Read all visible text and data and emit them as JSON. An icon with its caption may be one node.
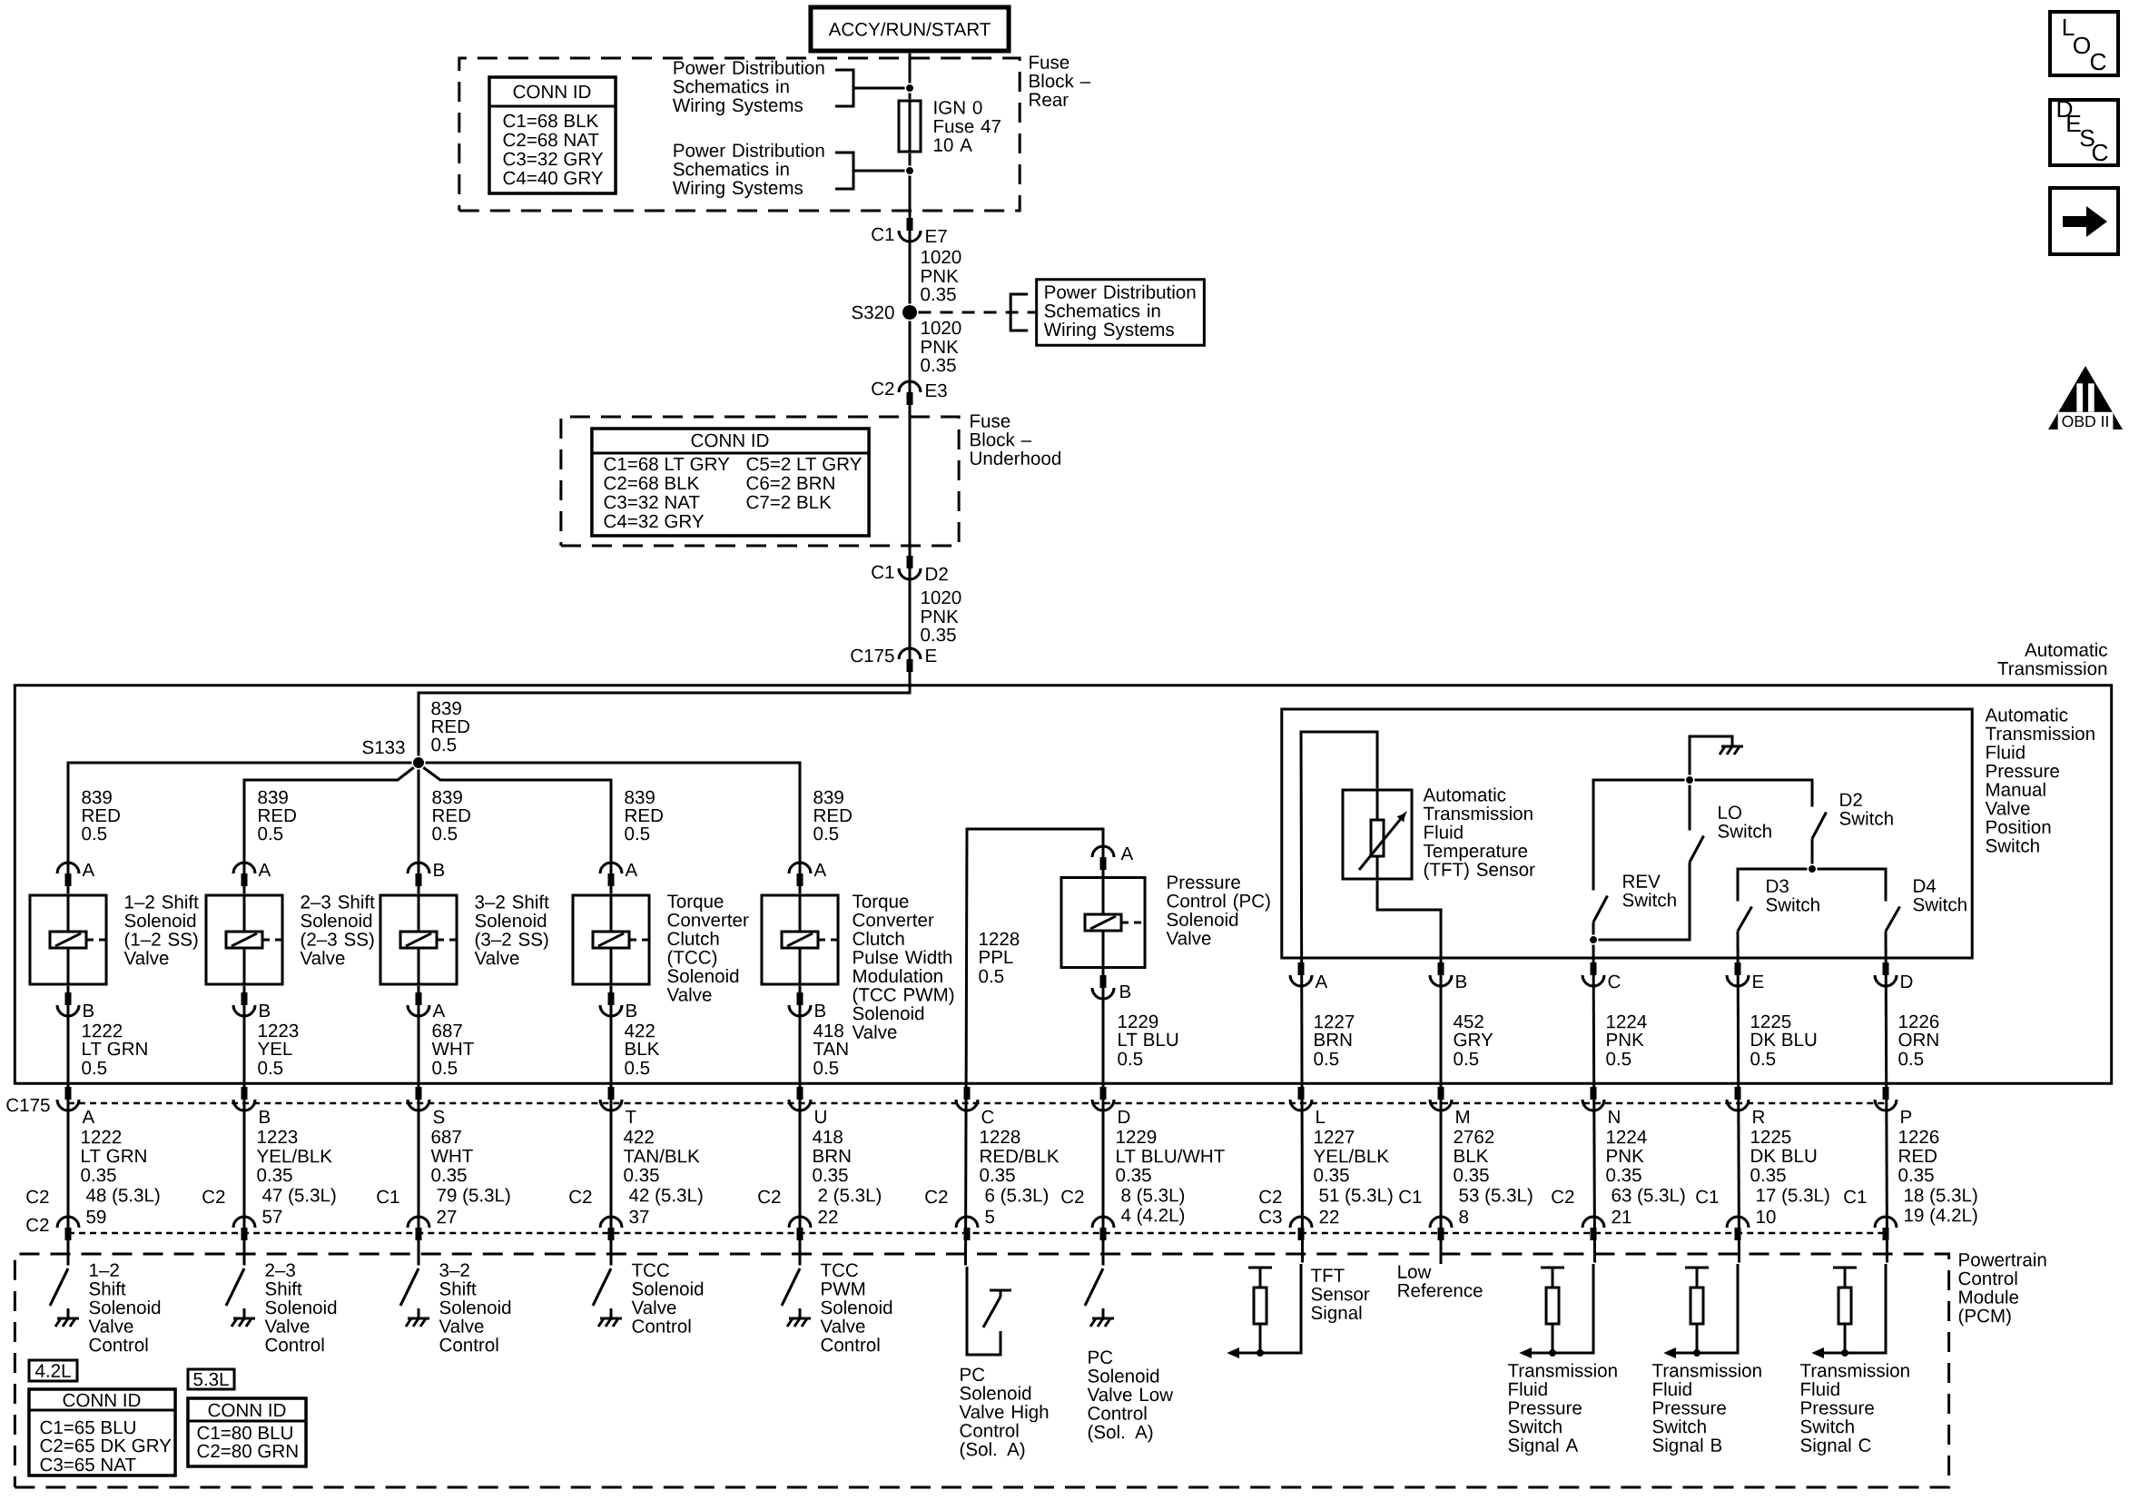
{
  "diagram": {
    "nodes": [
      {
        "text": [
          "ACCY/RUN/START"
        ]
      },
      {
        "text": [
          "Fuse Block – Rear"
        ]
      },
      {
        "text": [
          "CONN ID",
          "C1=68 BLK",
          "C2=68 NAT",
          "C3=32 GRY",
          "C4=40 GRY"
        ],
        "in": 1
      },
      {
        "text": [
          "Power Distribution Schematics in Wiring Systems"
        ],
        "in": 1
      },
      {
        "text": [],
        "shape": "circle",
        "in": 1
      },
      {
        "text": [],
        "shape": "box",
        "beside": [
          "IGN 0 Fuse 47 10 A"
        ],
        "in": 1
      },
      {
        "text": [
          "Power Distribution Schematics in Wiring Systems"
        ],
        "in": 1
      },
      {
        "text": [],
        "shape": "circle",
        "in": 1
      },
      {
        "text": [
          "S320"
        ]
      },
      {
        "text": [
          "Power Distribution Schematics in Wiring Systems"
        ]
      },
      {
        "text": [
          "Fuse Block – Underhood"
        ]
      },
      {
        "text": [
          "CONN ID",
          "C1=68 LT GRY",
          "C5=2 LT GRY",
          "C2=68 BLK",
          "C6=2 BRN",
          "C3=32 NAT",
          "C7=2 BLK",
          "C4=32 GRY"
        ],
        "in": 10
      },
      {
        "text": [
          "Automatic Transmission"
        ]
      },
      {
        "text": [
          "S133"
        ],
        "in": 12
      },
      {
        "text": [
          "1–2 Shift Solenoid (1–2 SS) Valve"
        ],
        "in": 12
      },
      {
        "text": [
          "2–3 Shift Solenoid (2–3 SS) Valve"
        ],
        "in": 12
      },
      {
        "text": [
          "3–2 Shift Solenoid (3–2 SS) Valve"
        ],
        "in": 12
      },
      {
        "text": [
          "Torque Converter Clutch (TCC) Solenoid Valve"
        ],
        "in": 12
      },
      {
        "text": [
          "Torque Converter Clutch Pulse Width Modulation (TCC PWM) Solenoid Valve"
        ],
        "in": 12
      },
      {
        "text": [
          "Pressure Control (PC) Solenoid Valve"
        ],
        "in": 12
      },
      {
        "text": [
          "Automatic Transmission Fluid Pressure Manual Valve Position Switch"
        ],
        "in": 12
      },
      {
        "text": [
          "Automatic Transmission Fluid Temperature (TFT) Sensor"
        ],
        "in": 20
      },
      {
        "text": [],
        "shape": "circle",
        "in": 20
      },
      {
        "text": [
          "D2 Switch"
        ],
        "in": 20
      },
      {
        "text": [
          "LO Switch"
        ],
        "in": 20
      },
      {
        "text": [],
        "shape": "circle",
        "in": 20
      },
      {
        "text": [
          "REV Switch"
        ],
        "in": 20
      },
      {
        "text": [
          "D3 Switch"
        ],
        "in": 20
      },
      {
        "text": [
          "D4 Switch"
        ],
        "in": 20
      },
      {
        "text": [],
        "shape": "circle",
        "in": 20
      },
      {
        "text": [
          "Powertrain Control Module (PCM)"
        ]
      },
      {
        "text": [
          "1–2 Shift Solenoid Valve Control"
        ],
        "in": 30
      },
      {
        "text": [
          "2–3 Shift Solenoid Valve Control"
        ],
        "in": 30
      },
      {
        "text": [
          "3–2 Shift Solenoid Valve Control"
        ],
        "in": 30
      },
      {
        "text": [
          "TCC Solenoid Valve Control"
        ],
        "in": 30
      },
      {
        "text": [
          "TCC PWM Solenoid Valve Control"
        ],
        "in": 30
      },
      {
        "text": [
          "PC Solenoid Valve High Control (Sol. A)"
        ],
        "in": 30
      },
      {
        "text": [
          "PC Solenoid Valve Low Control (Sol. A)"
        ],
        "in": 30
      },
      {
        "text": [
          "TFT Sensor Signal"
        ],
        "in": 30
      },
      {
        "text": [
          "Low Reference"
        ],
        "in": 30
      },
      {
        "text": [
          "Transmission Fluid Pressure Switch Signal A"
        ],
        "in": 30
      },
      {
        "text": [
          "Transmission Fluid Pressure Switch Signal B"
        ],
        "in": 30
      },
      {
        "text": [
          "Transmission Fluid Pressure Switch Signal C"
        ],
        "in": 30
      },
      {
        "text": [
          "4.2L",
          "CONN ID",
          "C1=65 BLU",
          "C2=65 DK GRY",
          "C3=65 NAT"
        ],
        "in": 30
      },
      {
        "text": [
          "5.3L",
          "CONN ID",
          "C1=80 BLU",
          "C2=80 GRN"
        ],
        "in": 30
      }
    ],
    "edges": [
      {
        "from": 0,
        "to": 4,
        "arrow": "none"
      },
      {
        "from": 3,
        "to": 4,
        "arrow": "none"
      },
      {
        "from": 4,
        "to": 5,
        "arrow": "none"
      },
      {
        "from": 5,
        "to": 7,
        "arrow": "none"
      },
      {
        "from": 6,
        "to": 7,
        "arrow": "none"
      },
      {
        "from": 7,
        "to": 8,
        "arrow": "none"
      },
      {
        "from": 8,
        "to": 9,
        "arrow": "none",
        "style": "dashed"
      },
      {
        "from": 8,
        "to": 13,
        "arrow": "none"
      },
      {
        "from": 13,
        "to": 14,
        "arrow": "none"
      },
      {
        "from": 13,
        "to": 15,
        "arrow": "none"
      },
      {
        "from": 13,
        "to": 16,
        "arrow": "none"
      },
      {
        "from": 13,
        "to": 17,
        "arrow": "none"
      },
      {
        "from": 13,
        "to": 18,
        "arrow": "none"
      },
      {
        "from": 14,
        "to": 31,
        "arrow": "none"
      },
      {
        "from": 15,
        "to": 32,
        "arrow": "none"
      },
      {
        "from": 16,
        "to": 33,
        "arrow": "none"
      },
      {
        "from": 17,
        "to": 34,
        "arrow": "none"
      },
      {
        "from": 18,
        "to": 35,
        "arrow": "none"
      },
      {
        "from": 36,
        "to": 19,
        "arrow": "none"
      },
      {
        "from": 19,
        "to": 37,
        "arrow": "none"
      },
      {
        "from": 21,
        "to": 38,
        "arrow": "none"
      },
      {
        "from": 21,
        "to": 39,
        "arrow": "none"
      },
      {
        "from": 22,
        "to": 26,
        "arrow": "none"
      },
      {
        "from": 22,
        "to": 24,
        "arrow": "none"
      },
      {
        "from": 22,
        "to": 23,
        "arrow": "none"
      },
      {
        "from": 23,
        "to": 25,
        "arrow": "none"
      },
      {
        "from": 25,
        "to": 27,
        "arrow": "none"
      },
      {
        "from": 25,
        "to": 28,
        "arrow": "none"
      },
      {
        "from": 24,
        "to": 29,
        "arrow": "none"
      },
      {
        "from": 26,
        "to": 29,
        "arrow": "none"
      },
      {
        "from": 29,
        "to": 40,
        "arrow": "none"
      },
      {
        "from": 27,
        "to": 41,
        "arrow": "none"
      },
      {
        "from": 28,
        "to": 42,
        "arrow": "none"
      }
    ],
    "labels": [
      "L",
      "O",
      "C",
      "D",
      "E",
      "S",
      "C",
      "II",
      "OBD II",
      "C1",
      "E7",
      "1020",
      "PNK",
      "0.35",
      "1020",
      "PNK",
      "0.35",
      "C2",
      "E3",
      "C1",
      "D2",
      "1020",
      "PNK",
      "0.35",
      "C175",
      "E",
      "839",
      "RED",
      "0.5",
      "839",
      "RED",
      "0.5",
      "A",
      "839",
      "RED",
      "0.5",
      "A",
      "839",
      "RED",
      "0.5",
      "B",
      "839",
      "RED",
      "0.5",
      "A",
      "839",
      "RED",
      "0.5",
      "A",
      "A",
      "1228",
      "PPL",
      "0.5",
      "B",
      "1222",
      "LT GRN",
      "0.5",
      "B",
      "1223",
      "YEL",
      "0.5",
      "A",
      "687",
      "WHT",
      "0.5",
      "B",
      "422",
      "BLK",
      "0.5",
      "B",
      "418",
      "TAN",
      "0.5",
      "B",
      "1229",
      "LT BLU",
      "0.5",
      "A",
      "1227",
      "BRN",
      "0.5",
      "B",
      "452",
      "GRY",
      "0.5",
      "C",
      "1224",
      "PNK",
      "0.5",
      "E",
      "1225",
      "DK BLU",
      "0.5",
      "D",
      "1226",
      "ORN",
      "0.5",
      "C175",
      "A",
      "1222",
      "LT GRN",
      "0.35",
      "C2",
      "48 (5.3L)",
      "59",
      "C2",
      "B",
      "1223",
      "YEL/BLK",
      "0.35",
      "C2",
      "47 (5.3L)",
      "57",
      "S",
      "687",
      "WHT",
      "0.35",
      "C1",
      "79 (5.3L)",
      "27",
      "T",
      "422",
      "TAN/BLK",
      "0.35",
      "C2",
      "42 (5.3L)",
      "37",
      "U",
      "418",
      "BRN",
      "0.35",
      "C2",
      "2 (5.3L)",
      "22",
      "C",
      "1228",
      "RED/BLK",
      "0.35",
      "C2",
      "6 (5.3L)",
      "5",
      "D",
      "1229",
      "LT BLU/WHT",
      "0.35",
      "C2",
      "8 (5.3L)",
      "4 (4.2L)",
      "L",
      "1227",
      "YEL/BLK",
      "0.35",
      "C2",
      "51 (5.3L)",
      "C3",
      "22",
      "M",
      "2762",
      "BLK",
      "0.35",
      "C1",
      "53 (5.3L)",
      "8",
      "N",
      "1224",
      "PNK",
      "0.35",
      "C2",
      "63 (5.3L)",
      "21",
      "R",
      "1225",
      "DK BLU",
      "0.35",
      "C1",
      "17 (5.3L)",
      "10",
      "P",
      "1226",
      "RED",
      "0.35",
      "C1",
      "18 (5.3L)",
      "19 (4.2L)"
    ]
  }
}
